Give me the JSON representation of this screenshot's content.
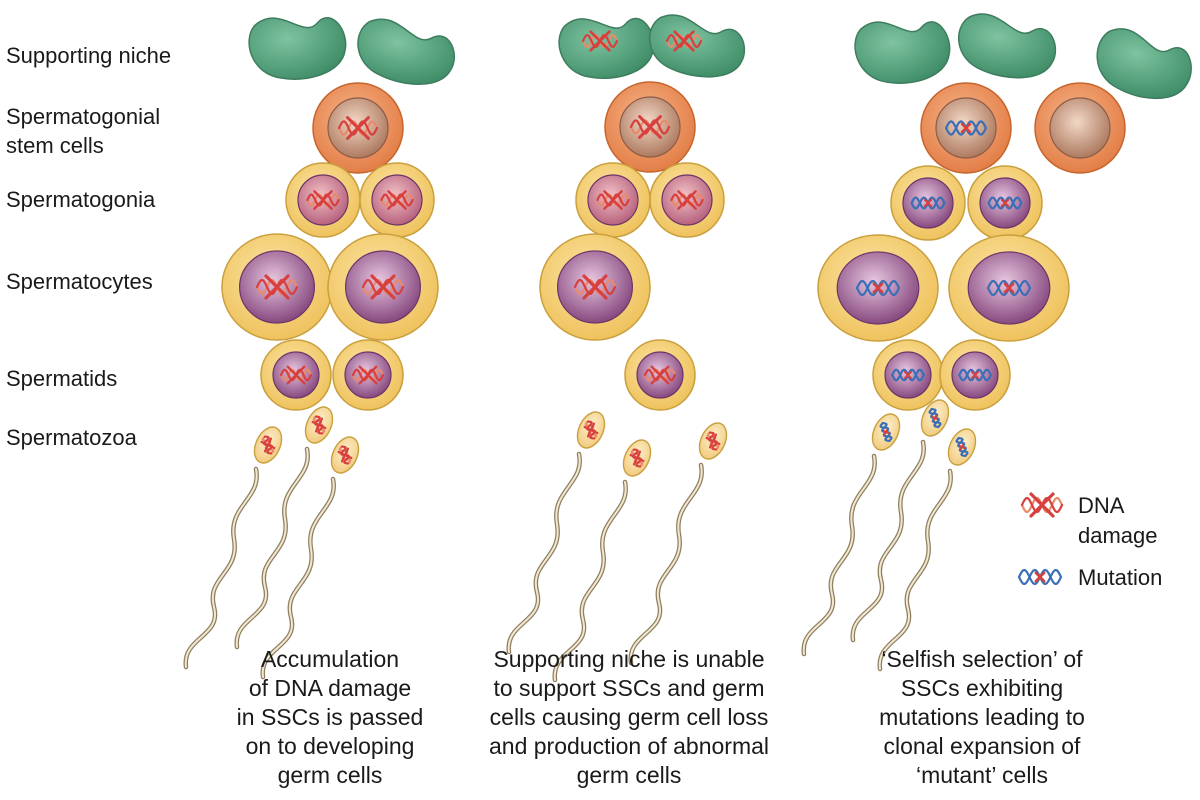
{
  "row_labels": {
    "niche": "Supporting niche",
    "ssc_line1": "Spermatogonial",
    "ssc_line2": "stem cells",
    "spermatogonia": "Spermatogonia",
    "spermatocytes": "Spermatocytes",
    "spermatids": "Spermatids",
    "spermatozoa": "Spermatozoa"
  },
  "legend": {
    "damage_line1": "DNA",
    "damage_line2": "damage",
    "mutation": "Mutation"
  },
  "captions": {
    "col1": [
      "Accumulation",
      "of DNA damage",
      "in SSCs is passed",
      "on to developing",
      "germ cells"
    ],
    "col2": [
      "Supporting niche is unable",
      "to support SSCs and germ",
      "cells causing germ cell loss",
      "and production of abnormal",
      "germ cells"
    ],
    "col3": [
      "‘Selfish selection’ of",
      "SSCs exhibiting",
      "mutations leading to",
      "clonal expansion of",
      "‘mutant’ cells"
    ]
  },
  "colors": {
    "niche": "#4e9d78",
    "ssc_outer": "#e9854f",
    "ssc_nucleus": "#b68770",
    "germ_outer": "#f1c766",
    "germ_nucleus": "#8d4b84",
    "dna_damage": "#d8403e",
    "mutation_blue": "#3a6fb6",
    "tail": "#b7a688"
  },
  "icons": {
    "damage": "dna-damage-icon",
    "mutation": "dna-mutation-icon"
  }
}
